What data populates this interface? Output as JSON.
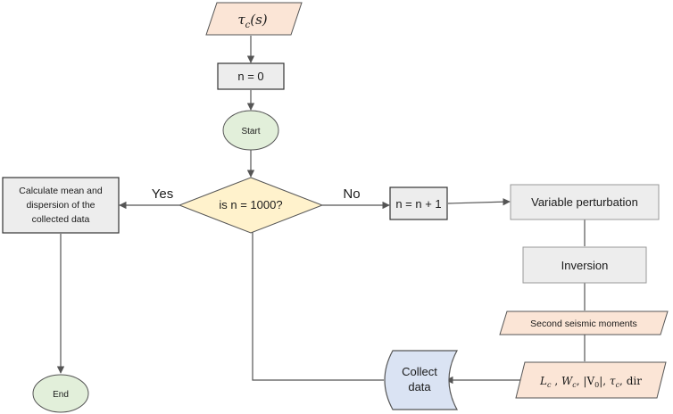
{
  "nodes": {
    "tau_input": {
      "symbol": "τ",
      "sub": "c",
      "arg": "(s)"
    },
    "n_zero": "n = 0",
    "start": "Start",
    "decision": "is n = 1000?",
    "yes_label": "Yes",
    "no_label": "No",
    "increment": "n = n + 1",
    "perturb": "Variable perturbation",
    "inversion": "Inversion",
    "moments": "Second seismic moments",
    "params": {
      "L": "L",
      "L_sub": "c",
      "W": "W",
      "W_sub": "c",
      "V": "|V",
      "V_sub": "0",
      "V_end": "|",
      "tau": "τ",
      "tau_sub": "c",
      "dir": "dir"
    },
    "collect": [
      "Collect",
      "data"
    ],
    "calculate": [
      "Calculate mean and",
      "dispersion of the",
      "collected data"
    ],
    "end": "End"
  },
  "colors": {
    "peach": "#fbe5d6",
    "gray": "#ededed",
    "green": "#e2efda",
    "yellow": "#fff2cc",
    "blue": "#dae3f3",
    "stroke": "#555555",
    "line": "#555555"
  }
}
